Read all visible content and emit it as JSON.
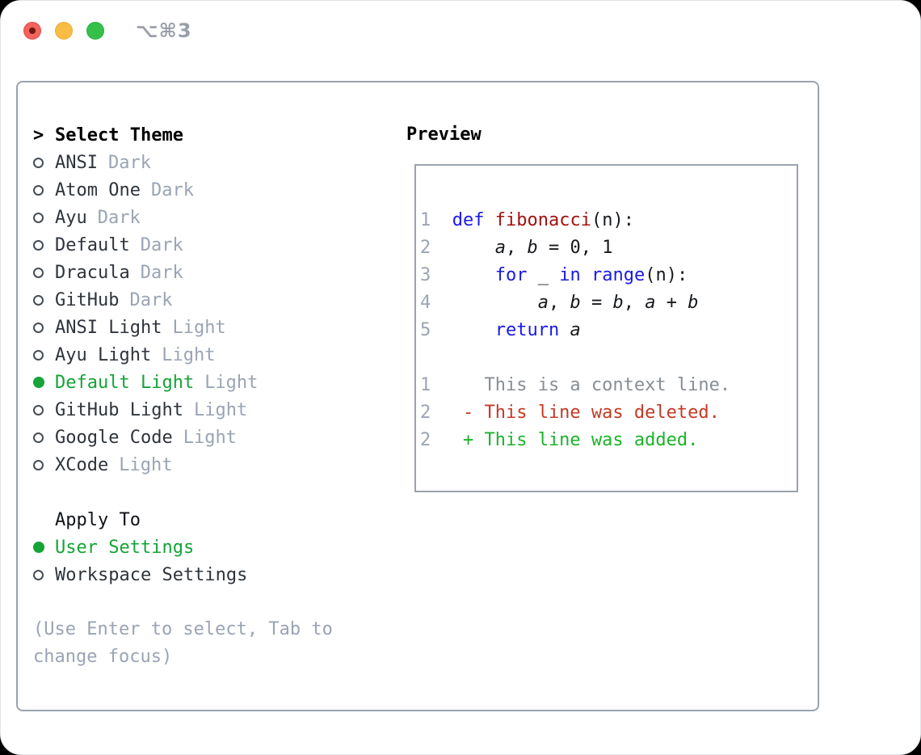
{
  "titlebar": {
    "shortcut_label": "⌥⌘3"
  },
  "theme_panel": {
    "prompt": ">",
    "title": "Select Theme",
    "themes": [
      {
        "name": "ANSI",
        "variant": "Dark",
        "selected": false
      },
      {
        "name": "Atom One",
        "variant": "Dark",
        "selected": false
      },
      {
        "name": "Ayu",
        "variant": "Dark",
        "selected": false
      },
      {
        "name": "Default",
        "variant": "Dark",
        "selected": false
      },
      {
        "name": "Dracula",
        "variant": "Dark",
        "selected": false
      },
      {
        "name": "GitHub",
        "variant": "Dark",
        "selected": false
      },
      {
        "name": "ANSI Light",
        "variant": "Light",
        "selected": false
      },
      {
        "name": "Ayu Light",
        "variant": "Light",
        "selected": false
      },
      {
        "name": "Default Light",
        "variant": "Light",
        "selected": true
      },
      {
        "name": "GitHub Light",
        "variant": "Light",
        "selected": false
      },
      {
        "name": "Google Code",
        "variant": "Light",
        "selected": false
      },
      {
        "name": "XCode",
        "variant": "Light",
        "selected": false
      }
    ],
    "apply_to": {
      "title": "Apply To",
      "options": [
        {
          "label": "User Settings",
          "selected": true
        },
        {
          "label": "Workspace Settings",
          "selected": false
        }
      ]
    },
    "hint": "(Use Enter to select, Tab to change focus)"
  },
  "preview": {
    "title": "Preview",
    "code_lines": [
      {
        "num": "1",
        "segments": [
          {
            "t": "def",
            "c": "kw"
          },
          {
            "t": " "
          },
          {
            "t": "fibonacci",
            "c": "fn"
          },
          {
            "t": "(n):"
          }
        ]
      },
      {
        "num": "2",
        "segments": [
          {
            "t": "    "
          },
          {
            "t": "a",
            "c": "var"
          },
          {
            "t": ", "
          },
          {
            "t": "b",
            "c": "var"
          },
          {
            "t": " = 0, 1"
          }
        ]
      },
      {
        "num": "3",
        "segments": [
          {
            "t": "    "
          },
          {
            "t": "for",
            "c": "kw"
          },
          {
            "t": " _ "
          },
          {
            "t": "in",
            "c": "kw"
          },
          {
            "t": " "
          },
          {
            "t": "range",
            "c": "kw"
          },
          {
            "t": "(n):"
          }
        ]
      },
      {
        "num": "4",
        "segments": [
          {
            "t": "        "
          },
          {
            "t": "a",
            "c": "var"
          },
          {
            "t": ", "
          },
          {
            "t": "b",
            "c": "var"
          },
          {
            "t": " = "
          },
          {
            "t": "b",
            "c": "var"
          },
          {
            "t": ", "
          },
          {
            "t": "a",
            "c": "var"
          },
          {
            "t": " + "
          },
          {
            "t": "b",
            "c": "var"
          }
        ]
      },
      {
        "num": "5",
        "segments": [
          {
            "t": "    "
          },
          {
            "t": "return",
            "c": "kw"
          },
          {
            "t": " "
          },
          {
            "t": "a",
            "c": "var"
          }
        ]
      }
    ],
    "diff_lines": [
      {
        "num": "1",
        "marker": "",
        "text": "This is a context line.",
        "kind": "context"
      },
      {
        "num": "2",
        "marker": "-",
        "text": "This line was deleted.",
        "kind": "deleted"
      },
      {
        "num": "2",
        "marker": "+",
        "text": "This line was added.",
        "kind": "added"
      }
    ]
  },
  "colors": {
    "accent-green": "#14a437",
    "diff-added": "#1cb32a",
    "diff-deleted": "#c43a26",
    "syntax-keyword": "#1a19e6",
    "syntax-function": "#a31111",
    "muted-gray": "#9aa4b4",
    "context-gray": "#878e96",
    "text-dark": "#2e343b",
    "title-black": "#000000",
    "border-gray": "#9aa3ae",
    "radio-border": "#454d57",
    "traffic-red": "#f4635c",
    "traffic-yellow": "#f7bd45",
    "traffic-green": "#35c04a"
  }
}
